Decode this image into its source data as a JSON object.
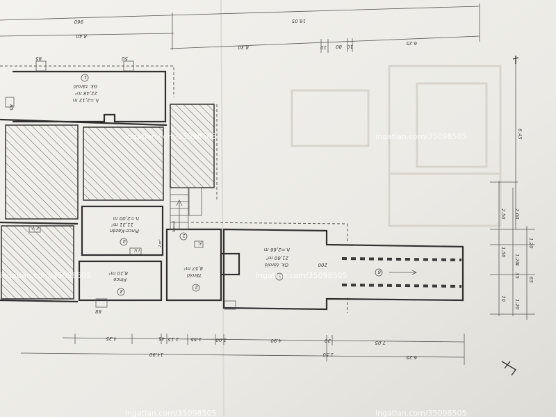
{
  "dimensions": {
    "top_960": "960",
    "top_840": "8.40",
    "top_1605": "16.05",
    "top_830": "8.30",
    "top_10": "10",
    "top_80": "80",
    "top_10b": "10",
    "top_625": "6.25",
    "right_645": "6.45",
    "right_250": "2.50",
    "right_200": "2.00",
    "right_150": "1.50",
    "right_120": "1.20",
    "right_120b": "1.20",
    "right_35": "35",
    "right_4": "4",
    "right_70": "70",
    "right_65": "65",
    "right_120c": "1.20",
    "bottom_435": "4.35",
    "bottom_45": "45",
    "bottom_115": "1.15",
    "bottom_155": "1.55",
    "bottom_100": "1.00",
    "bottom_490": "4.90",
    "bottom_30": "30",
    "bottom_705": "7.05",
    "bottom_150": "1.50",
    "bottom_625": "6.25",
    "bottom_1490": "14.90",
    "win_85": "85",
    "win_50": "50",
    "win_85b": "85",
    "win_88": "88",
    "door_200": "200"
  },
  "rooms": {
    "r1_num": "1",
    "r1_name": "Gk. tároló",
    "r1_area": "22,48 m²",
    "r1_h": "h.=2,12 m",
    "r4_num": "4",
    "r4_name": "Pince-Kazán",
    "r4_area": "11,31 m²",
    "r4_h": "h.=2,00 m",
    "r3_num": "3",
    "r3_name": "Pince",
    "r3_area": "8,10 m²",
    "r2_num": "2",
    "r2_name": "Tároló",
    "r2_area": "8,57 m²",
    "r5_num": "5",
    "r5_name": "Gk. tároló",
    "r5_area": "21,60 m²",
    "r5_h": "h.=2,66 m",
    "ramp_num": "6",
    "stair_num": "1",
    "stair_note": "lépcső",
    "stair_area": "2,m²",
    "tag_kv": "K.V.",
    "tag_kv2": "K.",
    "tag_kv3": "I.V."
  },
  "watermarks": {
    "w1": "ingatlan.com/35098505",
    "w2": "ingatlan.com/35098505",
    "w3": "ingatlan.com/35098505",
    "w4": "ingatlan.com/35098505",
    "w5": "ingatlan.com/35098505",
    "w6": "ingatlan.com/35098505"
  },
  "colors": {
    "paper": "#efeeea",
    "ink": "#2f2f2f"
  }
}
